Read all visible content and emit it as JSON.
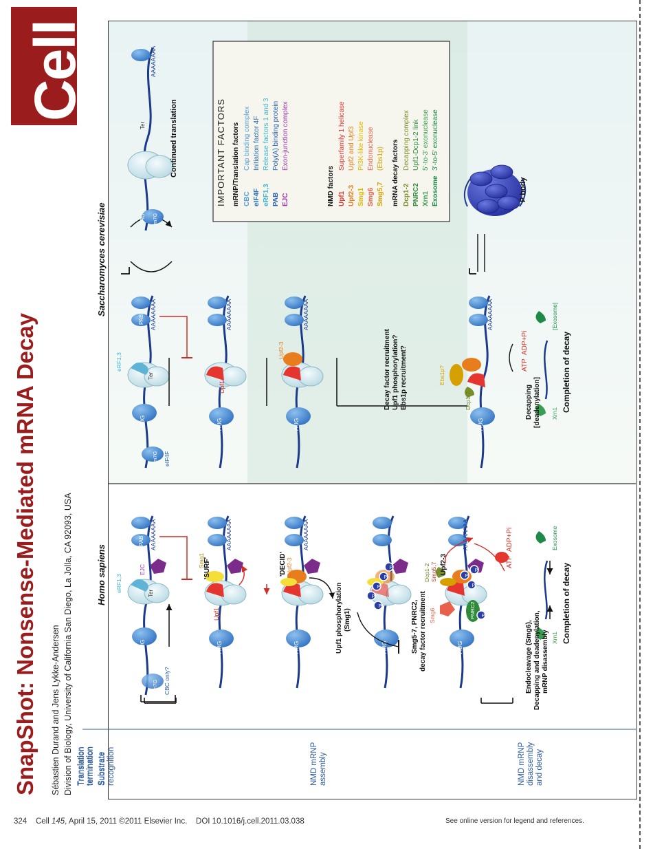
{
  "header": {
    "logo": "Cell",
    "title": "SnapShot: Nonsense-Mediated mRNA Decay",
    "authors": "Sébastien Durand and Jens Lykke-Andersen",
    "affiliation": "Division of Biology, University of California San Diego, La Jolla, CA 92093, USA"
  },
  "footer": {
    "page": "324",
    "citation_pre": "Cell ",
    "citation_vol": "145",
    "citation_post": ", April 15, 2011 ©2011 Elsevier Inc.    DOI 10.1016/j.cell.2011.03.038",
    "online": "See online version for legend and references."
  },
  "rows": {
    "row1_line1": "Translation",
    "row1_line2": "termination",
    "row1b_line1": "Substrate",
    "row1b_line2": "recognition",
    "row2_line1": "NMD mRNP",
    "row2_line2": "assembly",
    "row3_line1": "NMD mRNP",
    "row3_line2": "disassembly",
    "row3_line3": "and decay"
  },
  "sections": {
    "human": "Homo sapiens",
    "yeast": "Saccharomyces cerevisiae"
  },
  "human": {
    "aug": "AUG",
    "m7g": "m7G",
    "cbc_only": "CBC only?",
    "ter": "Ter",
    "erf": "eRF1,3",
    "ejc": "EJC",
    "pab": "PAB",
    "polya": "AAAAAAAA",
    "smg1": "Smg1",
    "upf1": "Upf1",
    "surf": "'SURF'",
    "decid": "'DECID'",
    "upf23": "Upf2-3",
    "phos_line1": "Upf1 phosphorylation",
    "phos_line2": "(Smg1)",
    "p": "P",
    "recruit_line1": "Smg5-7, PNRC2,",
    "recruit_line2": "decay factor recruitment",
    "dcp12": "Dcp1-2",
    "smg57": "Smg5,7",
    "smg6": "Smg6",
    "pnrc2": "PNRC2",
    "atp": "ATP",
    "adp": "ADP+Pi",
    "exosome": "Exosome",
    "xrn1": "Xrn1",
    "endo_line1": "Endocleavage (Smg6),",
    "endo_line2": "Decapping and deadenylation,",
    "endo_line3": "mRNP disassembly",
    "completion": "Completion of decay"
  },
  "yeast": {
    "aug": "AUG",
    "m7g": "m7G",
    "eif4f": "eIF4F",
    "ter": "Ter",
    "erf": "eRF1,3",
    "pab": "PAB",
    "polya": "AAAAAAAA",
    "upf1": "Upf1",
    "upf23": "Upf2-3",
    "decay_line1": "Decay factor recruitment",
    "decay_line2": "Upf1 phosphorylation?",
    "decay_line3": "Ebs1p recruitment?",
    "ebs1p": "Ebs1p?",
    "dcp12": "Dcp1-2",
    "atp": "ATP",
    "adp": "ADP+Pi",
    "exosome": "[Exosome]",
    "xrn1": "Xrn1",
    "decapping_line1": "Decapping",
    "decapping_line2": "[deadenylation]",
    "completion": "Completion of decay",
    "continued": "Continued translation",
    "pbody": "P body"
  },
  "legend": {
    "title": "IMPORTANT FACTORS",
    "group1_title": "mRNP/Translation factors",
    "group1": [
      {
        "abbr": "CBC",
        "desc": "Cap binding complex",
        "color": "#5aa0d6"
      },
      {
        "abbr": "eIF4F",
        "desc": "Initiation factor 4F",
        "color": "#2b6cb0"
      },
      {
        "abbr": "eRF1,3",
        "desc": "Release factors 1 and 3",
        "color": "#3fb7cf"
      },
      {
        "abbr": "PAB",
        "desc": "Poly(A) binding protein",
        "color": "#2a62b5"
      },
      {
        "abbr": "EJC",
        "desc": "Exon-junction complex",
        "color": "#9b36a8"
      }
    ],
    "group2_title": "NMD factors",
    "group2": [
      {
        "abbr": "Upf1",
        "desc": "Superfamily 1 helicase",
        "color": "#e5352f"
      },
      {
        "abbr": "Upf2-3",
        "desc": "Upf2 and Upf3",
        "color": "#e87d1e"
      },
      {
        "abbr": "Smg1",
        "desc": "PI3K-like kinase",
        "color": "#e0b800"
      },
      {
        "abbr": "Smg6",
        "desc": "Endonuclease",
        "color": "#e8614a"
      },
      {
        "abbr": "Smg5,7",
        "desc": "(Ebs1p)",
        "color": "#d6a000"
      }
    ],
    "group3_title": "mRNA decay factors",
    "group3": [
      {
        "abbr": "Dcp1-2",
        "desc": "Decapping complex",
        "color": "#7a8f2a"
      },
      {
        "abbr": "PNRC2",
        "desc": "Upf1-Dcp1-2 link",
        "color": "#2e8b3a"
      },
      {
        "abbr": "Xrn1",
        "desc": "5'-to-3' exonuclease",
        "color": "#3a9e52"
      },
      {
        "abbr": "Exosome",
        "desc": "3'-to-5' exonuclease",
        "color": "#1f8a48"
      }
    ]
  },
  "colors": {
    "brand": "#9b1c1c",
    "rna": "#1b3a8c",
    "ribosome": "#cfe6ee",
    "label_blue": "#2c5aa0",
    "panel_green": "#e4f0e8"
  }
}
